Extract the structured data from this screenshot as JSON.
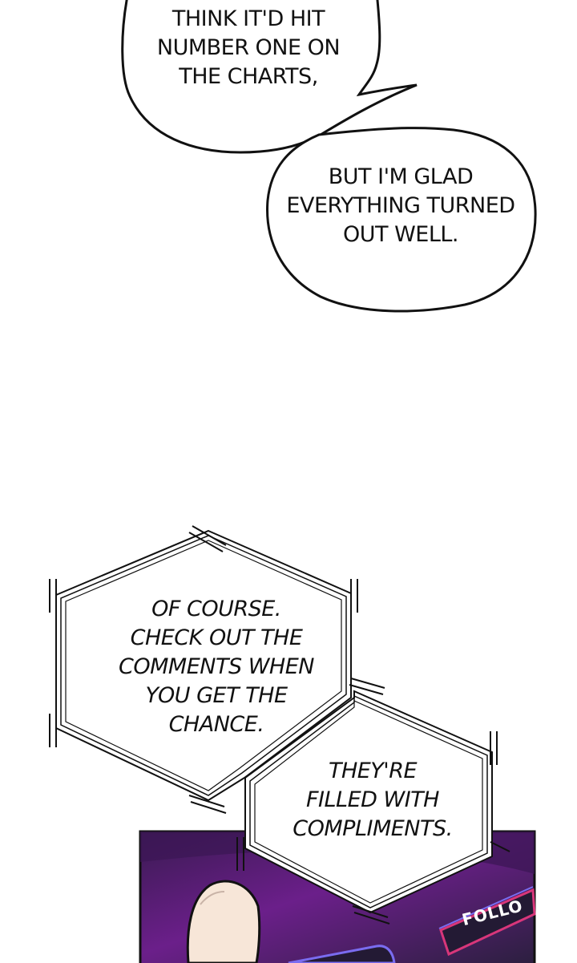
{
  "dialogue": {
    "bubble_1": "THINK IT'D HIT\nNUMBER ONE ON\nTHE CHARTS,",
    "bubble_2": "BUT I'M GLAD\nEVERYTHING TURNED\nOUT WELL.",
    "box_1": "OF COURSE.\nCHECK OUT THE\nCOMMENTS WHEN\nYOU GET THE\nCHANCE.",
    "box_2": "THEY'RE\nFILLED WITH\nCOMPLIMENTS."
  },
  "panel": {
    "follow_button_label": "FOLLO",
    "colors": {
      "panel_top": "#3a1a52",
      "panel_mid": "#6b1f8a",
      "panel_dark": "#2a1f3d",
      "button_outline": "#d8367a",
      "button_outline_alt": "#7a6cf0",
      "skin": "#f7e6d8"
    }
  }
}
